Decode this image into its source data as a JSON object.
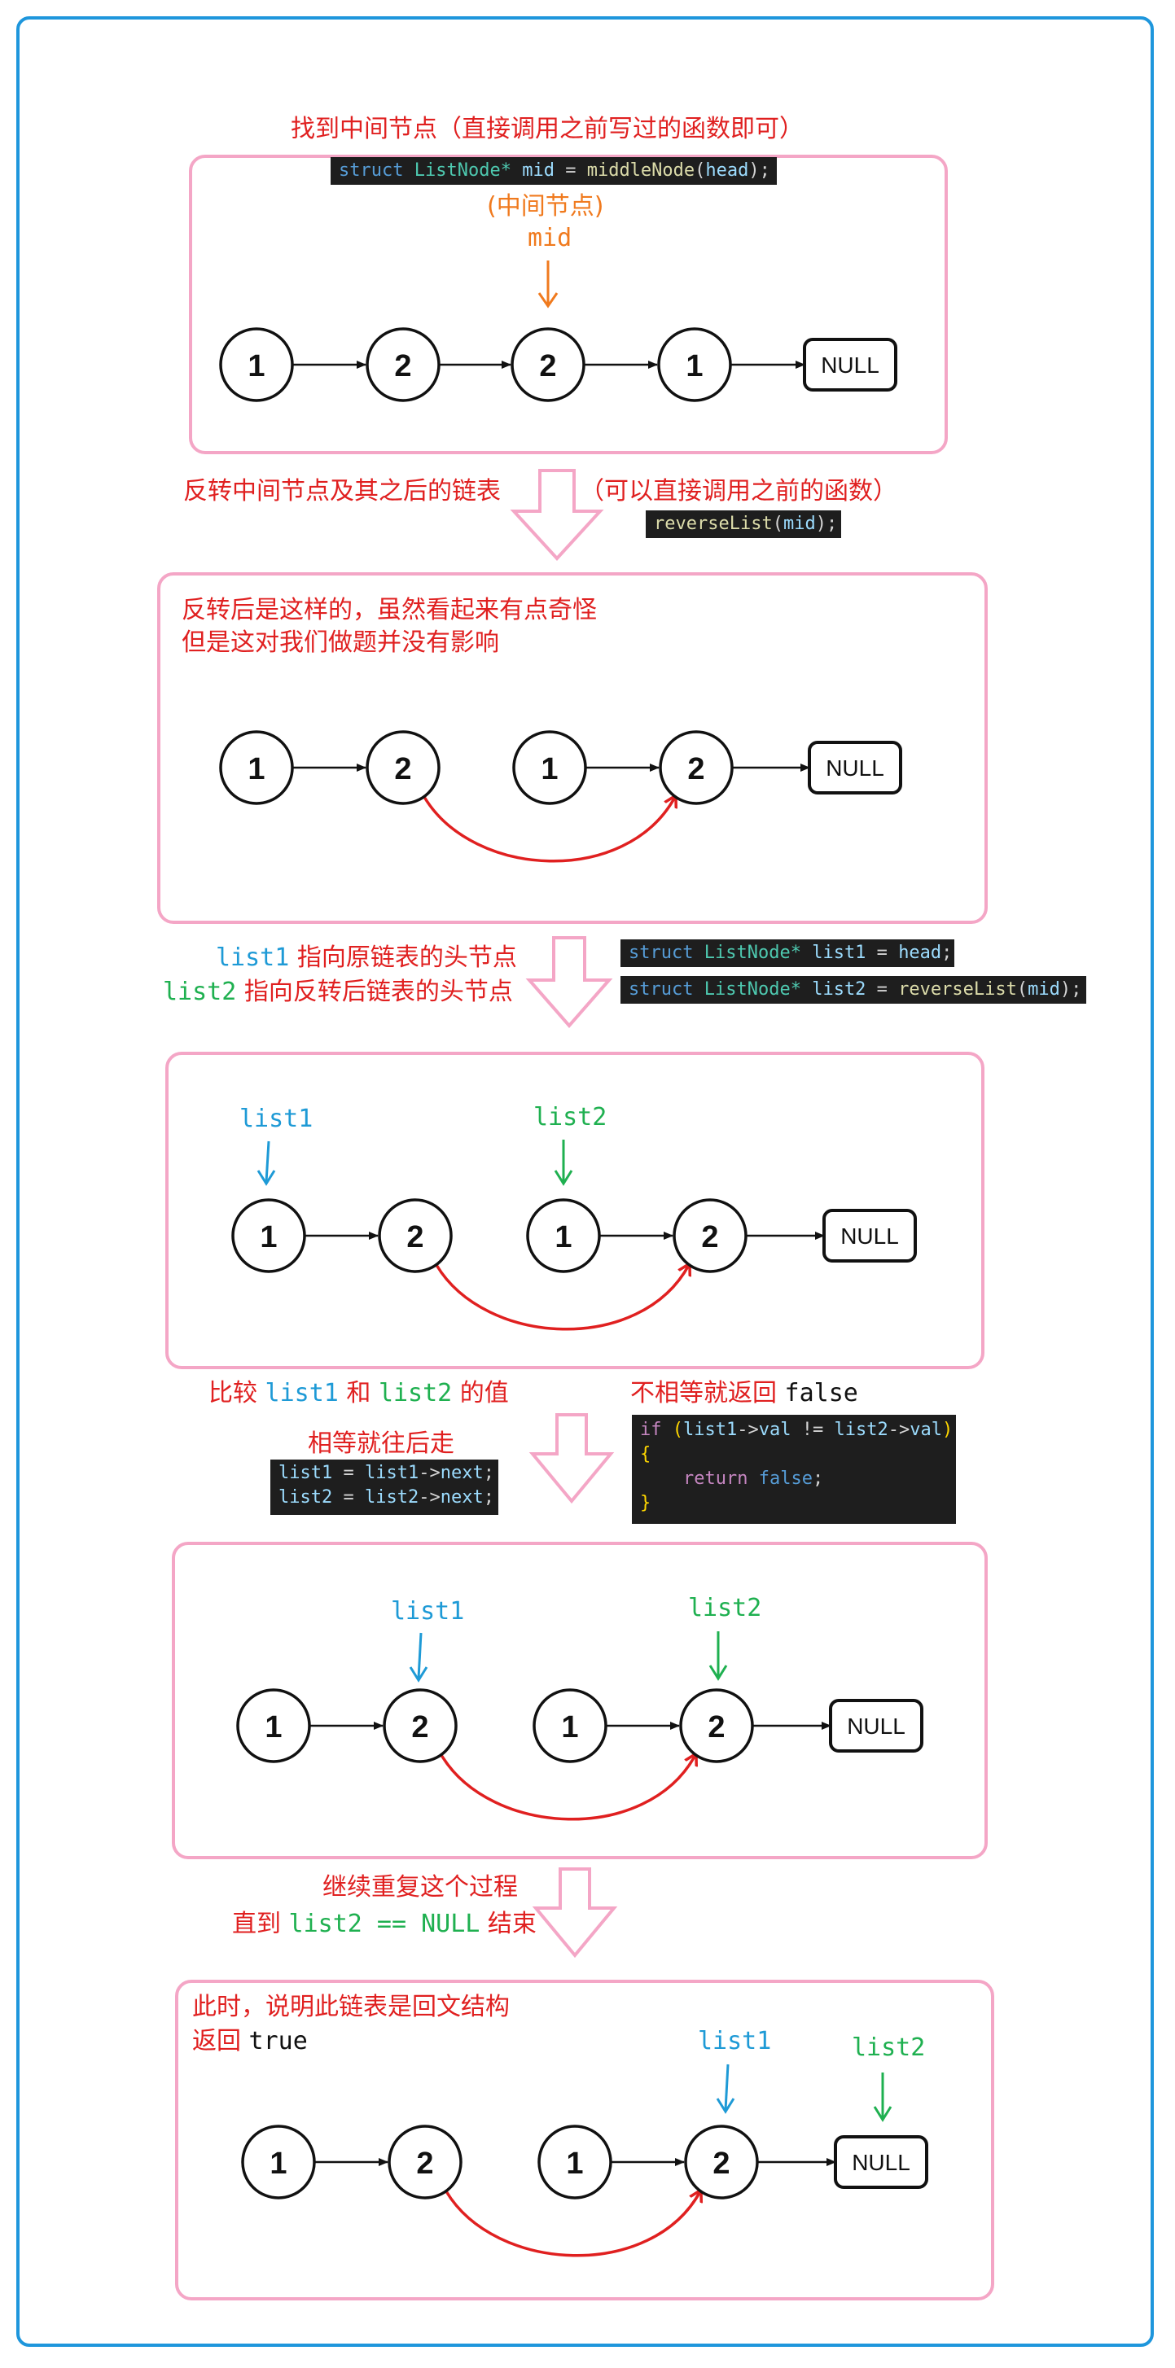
{
  "step1": {
    "title": "找到中间节点（直接调用之前写过的函数即可）",
    "code": {
      "kw": "struct",
      "ty": "ListNode*",
      "var": "mid",
      "eq": " = ",
      "fn": "middleNode",
      "arg": "head",
      "tail": ");"
    },
    "mid_note": "(中间节点)",
    "mid_label": "mid",
    "nodes": [
      "1",
      "2",
      "2",
      "1"
    ],
    "null": "NULL"
  },
  "step2": {
    "action": "反转中间节点及其之后的链表",
    "note": "（可以直接调用之前的函数）",
    "code": {
      "fn": "reverseList",
      "arg": "mid",
      "tail": ");"
    },
    "desc_line1": "反转后是这样的，虽然看起来有点奇怪",
    "desc_line2": "但是这对我们做题并没有影响",
    "nodes": [
      "1",
      "2",
      "1",
      "2"
    ],
    "null": "NULL"
  },
  "step3": {
    "line1_var": "list1",
    "line1_text": " 指向原链表的头节点",
    "line2_var": "list2",
    "line2_text": " 指向反转后链表的头节点",
    "code1": {
      "kw": "struct",
      "ty": "ListNode*",
      "var": "list1",
      "eq": " = ",
      "val": "head",
      "tail": ";"
    },
    "code2": {
      "kw": "struct",
      "ty": "ListNode*",
      "var": "list2",
      "eq": " = ",
      "fn": "reverseList",
      "arg": "mid",
      "tail": ");"
    },
    "label1": "list1",
    "label2": "list2",
    "nodes": [
      "1",
      "2",
      "1",
      "2"
    ],
    "null": "NULL"
  },
  "step4": {
    "compare_a": "比较 ",
    "compare_b": "list1",
    "compare_c": " 和 ",
    "compare_d": "list2",
    "compare_e": " 的值",
    "equal_text": "相等就往后走",
    "code_a1": "list1",
    "code_a2": " = ",
    "code_a3": "list1",
    "code_a4": "->",
    "code_a5": "next",
    "code_a6": ";",
    "code_b1": "list2",
    "code_b2": " = ",
    "code_b3": "list2",
    "code_b4": "->",
    "code_b5": "next",
    "code_b6": ";",
    "unequal_text": "不相等就返回 ",
    "unequal_value": "false",
    "if_kw": "if",
    "if_cond_a": "list1",
    "if_cond_b": "->",
    "if_cond_c": "val",
    "if_cond_d": " != ",
    "if_cond_e": "list2",
    "if_cond_f": "->",
    "if_cond_g": "val",
    "open_brace": "{",
    "return_kw": "return",
    "return_val": "false",
    "close_brace": "}",
    "label1": "list1",
    "label2": "list2",
    "nodes": [
      "1",
      "2",
      "1",
      "2"
    ],
    "null": "NULL"
  },
  "step5": {
    "repeat_text": "继续重复这个过程",
    "until_a": "直到 ",
    "until_b": "list2 == NULL",
    "until_c": " 结束",
    "result_line1": "此时，说明此链表是回文结构",
    "result_line2a": "返回 ",
    "result_line2b": "true",
    "label1": "list1",
    "label2": "list2",
    "nodes": [
      "1",
      "2",
      "1",
      "2"
    ],
    "null": "NULL"
  },
  "colors": {
    "frame": "#1e96dc",
    "panel": "#f4a6c6",
    "red": "#e02020",
    "orange": "#f07a1e",
    "blue": "#1e9ad6",
    "green": "#1fb050"
  }
}
